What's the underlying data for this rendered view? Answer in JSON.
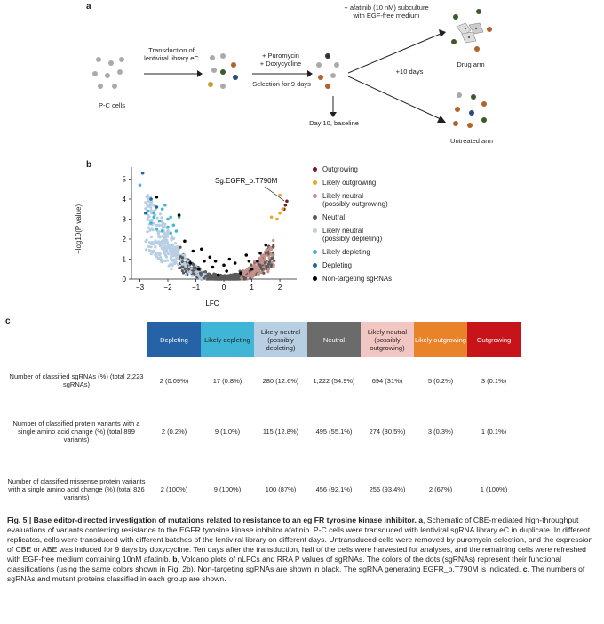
{
  "panel_a": {
    "letter": "a",
    "pc_cells": "P-C cells",
    "transduction": "Transduction of lentiviral library eC",
    "puro_dox": "+ Puromycin\n+ Doxycycline",
    "selection": "Selection for 9 days",
    "day10": "Day 10, baseline",
    "afatinib": "+ afatinib (10 nM) subculture with EGF-free medium",
    "ten_days": "+10 days",
    "drug_arm": "Drug arm",
    "untreated_arm": "Untreated arm"
  },
  "panel_b": {
    "letter": "b",
    "annotation": "Sg.EGFR_p.T790M",
    "legend": [
      {
        "label": "Outgrowing",
        "color": "#7a1a1a"
      },
      {
        "label": "Likely outgrowing",
        "color": "#e5a823"
      },
      {
        "label": "Likely neutral\n(possibly outgrowing)",
        "color": "#c4918a"
      },
      {
        "label": "Neutral",
        "color": "#5b5b5b"
      },
      {
        "label": "Likely neutral\n(possibly depleting)",
        "color": "#b8cfe3"
      },
      {
        "label": "Likely depleting",
        "color": "#3fb6d6"
      },
      {
        "label": "Depleting",
        "color": "#2563a6"
      },
      {
        "label": "Non-targeting sgRNAs",
        "color": "#000000"
      }
    ]
  },
  "chart_data": {
    "type": "scatter",
    "xlabel": "LFC",
    "ylabel": "−log10(P value)",
    "xlim": [
      -3.3,
      2.6
    ],
    "ylim": [
      0,
      5.6
    ],
    "xticks": [
      -3,
      -2,
      -1,
      0,
      1,
      2
    ],
    "yticks": [
      0,
      1,
      2,
      3,
      4,
      5
    ],
    "highlight": {
      "label": "Sg.EGFR_p.T790M",
      "x": 2.2,
      "y": 3.7
    },
    "series": [
      {
        "name": "Outgrowing",
        "color": "#7a1a1a",
        "points": [
          [
            2.2,
            3.7
          ],
          [
            2.25,
            3.9
          ],
          [
            2.15,
            3.5
          ]
        ]
      },
      {
        "name": "Likely outgrowing",
        "color": "#e5a823",
        "points": [
          [
            1.7,
            3.1
          ],
          [
            2.0,
            3.3
          ],
          [
            1.9,
            3.0
          ],
          [
            2.1,
            3.5
          ],
          [
            2.0,
            4.2
          ]
        ]
      },
      {
        "name": "Depleting",
        "color": "#2563a6",
        "points": [
          [
            -2.9,
            5.3
          ],
          [
            -2.6,
            4.0
          ],
          [
            -2.4,
            3.6
          ],
          [
            -2.8,
            3.3
          ]
        ]
      },
      {
        "name": "Likely depleting",
        "color": "#3fb6d6",
        "points": [
          [
            -3.0,
            4.7
          ],
          [
            -2.7,
            3.4
          ],
          [
            -2.5,
            3.1
          ],
          [
            -2.2,
            3.5
          ],
          [
            -2.0,
            2.6
          ],
          [
            -2.3,
            2.9
          ],
          [
            -1.9,
            3.1
          ],
          [
            -2.6,
            2.8
          ],
          [
            -2.1,
            3.7
          ],
          [
            -1.8,
            2.7
          ],
          [
            -2.4,
            2.5
          ],
          [
            -1.6,
            3.1
          ],
          [
            -2.0,
            3.0
          ],
          [
            -1.7,
            2.4
          ],
          [
            -2.2,
            2.4
          ],
          [
            -1.9,
            2.3
          ],
          [
            -2.5,
            3.3
          ]
        ]
      },
      {
        "name": "Non-targeting sgRNAs",
        "color": "#000000",
        "points": [
          [
            -2.4,
            4.1
          ],
          [
            -1.6,
            3.2
          ],
          [
            -1.1,
            1.4
          ],
          [
            -0.7,
            0.9
          ],
          [
            -0.4,
            0.6
          ],
          [
            0.1,
            0.4
          ],
          [
            0.4,
            0.8
          ],
          [
            0.8,
            1.2
          ],
          [
            1.2,
            0.9
          ],
          [
            -0.2,
            0.2
          ],
          [
            0.6,
            0.3
          ],
          [
            -0.9,
            0.5
          ],
          [
            -1.4,
            1.9
          ],
          [
            1.5,
            1.7
          ],
          [
            0.2,
            1.0
          ],
          [
            -0.5,
            1.1
          ],
          [
            1.0,
            0.5
          ],
          [
            -1.2,
            0.8
          ],
          [
            0.0,
            0.7
          ],
          [
            -0.8,
            1.5
          ],
          [
            1.3,
            1.3
          ],
          [
            0.9,
            0.9
          ],
          [
            -0.3,
            0.9
          ]
        ]
      }
    ]
  },
  "panel_c": {
    "letter": "c",
    "headers": [
      {
        "label": "Depleting",
        "color": "#2563a6",
        "text": "#ffffff"
      },
      {
        "label": "Likely depleting",
        "color": "#3fb6d6",
        "text": "#231f20"
      },
      {
        "label": "Likely neutral (possibly depleting)",
        "color": "#b8cfe3",
        "text": "#231f20"
      },
      {
        "label": "Neutral",
        "color": "#6b6b6b",
        "text": "#ffffff"
      },
      {
        "label": "Likely neutral (possibly outgrowing)",
        "color": "#f2c6c3",
        "text": "#231f20"
      },
      {
        "label": "Likely outgrowing",
        "color": "#e8832a",
        "text": "#ffffff"
      },
      {
        "label": "Outgrowing",
        "color": "#c7141a",
        "text": "#ffffff"
      }
    ],
    "rows": [
      {
        "label": "Number of classified sgRNAs (%) (total 2,223 sgRNAs)",
        "cells": [
          "2 (0.09%)",
          "17 (0.8%)",
          "280 (12.6%)",
          "1,222 (54.9%)",
          "694 (31%)",
          "5 (0.2%)",
          "3 (0.1%)"
        ]
      },
      {
        "label": "Number of classified protein variants with a single amino acid change (%) (total 899 variants)",
        "cells": [
          "2 (0.2%)",
          "9 (1.0%)",
          "115 (12.8%)",
          "495 (55.1%)",
          "274 (30.5%)",
          "3 (0.3%)",
          "1 (0.1%)"
        ]
      },
      {
        "label": "Number of classified missense protein variants with a single amino acid change (%) (total 826 variants)",
        "cells": [
          "2 (100%)",
          "9 (100%)",
          "100 (87%)",
          "456 (92.1%)",
          "256 (93.4%)",
          "2 (67%)",
          "1 (100%)"
        ]
      }
    ]
  },
  "caption": {
    "fig": "Fig. 5 | Base editor-directed investigation of mutations related to resistance to an eg FR tyrosine kinase inhibitor.",
    "a_letter": "a",
    "a_text": ", Schematic of CBE-mediated high-throughput evaluations of variants conferring resistance to the EGFR tyrosine kinase inhibitor afatinib. P-C cells were transduced with lentiviral sgRNA library eC in duplicate. In different replicates, cells were transduced with different batches of the lentiviral library on different days. Untransduced cells were removed by puromycin selection, and the expression of CBE or ABE was induced for 9 days by doxycycline. Ten days after the transduction, half of the cells were harvested for analyses, and the remaining cells were refreshed with EGF-free medium containing 10nM afatinib.",
    "b_letter": "b",
    "b_text": ", Volcano plots of nLFCs and RRA P values of sgRNAs. The colors of the dots (sgRNAs) represent their functional classifications (using the same colors shown in Fig. 2b). Non-targeting sgRNAs are shown in black. The sgRNA generating EGFR_p.T790M is indicated.",
    "c_letter": "c",
    "c_text": ", The numbers of sgRNAs and mutant proteins classified in each group are shown."
  }
}
